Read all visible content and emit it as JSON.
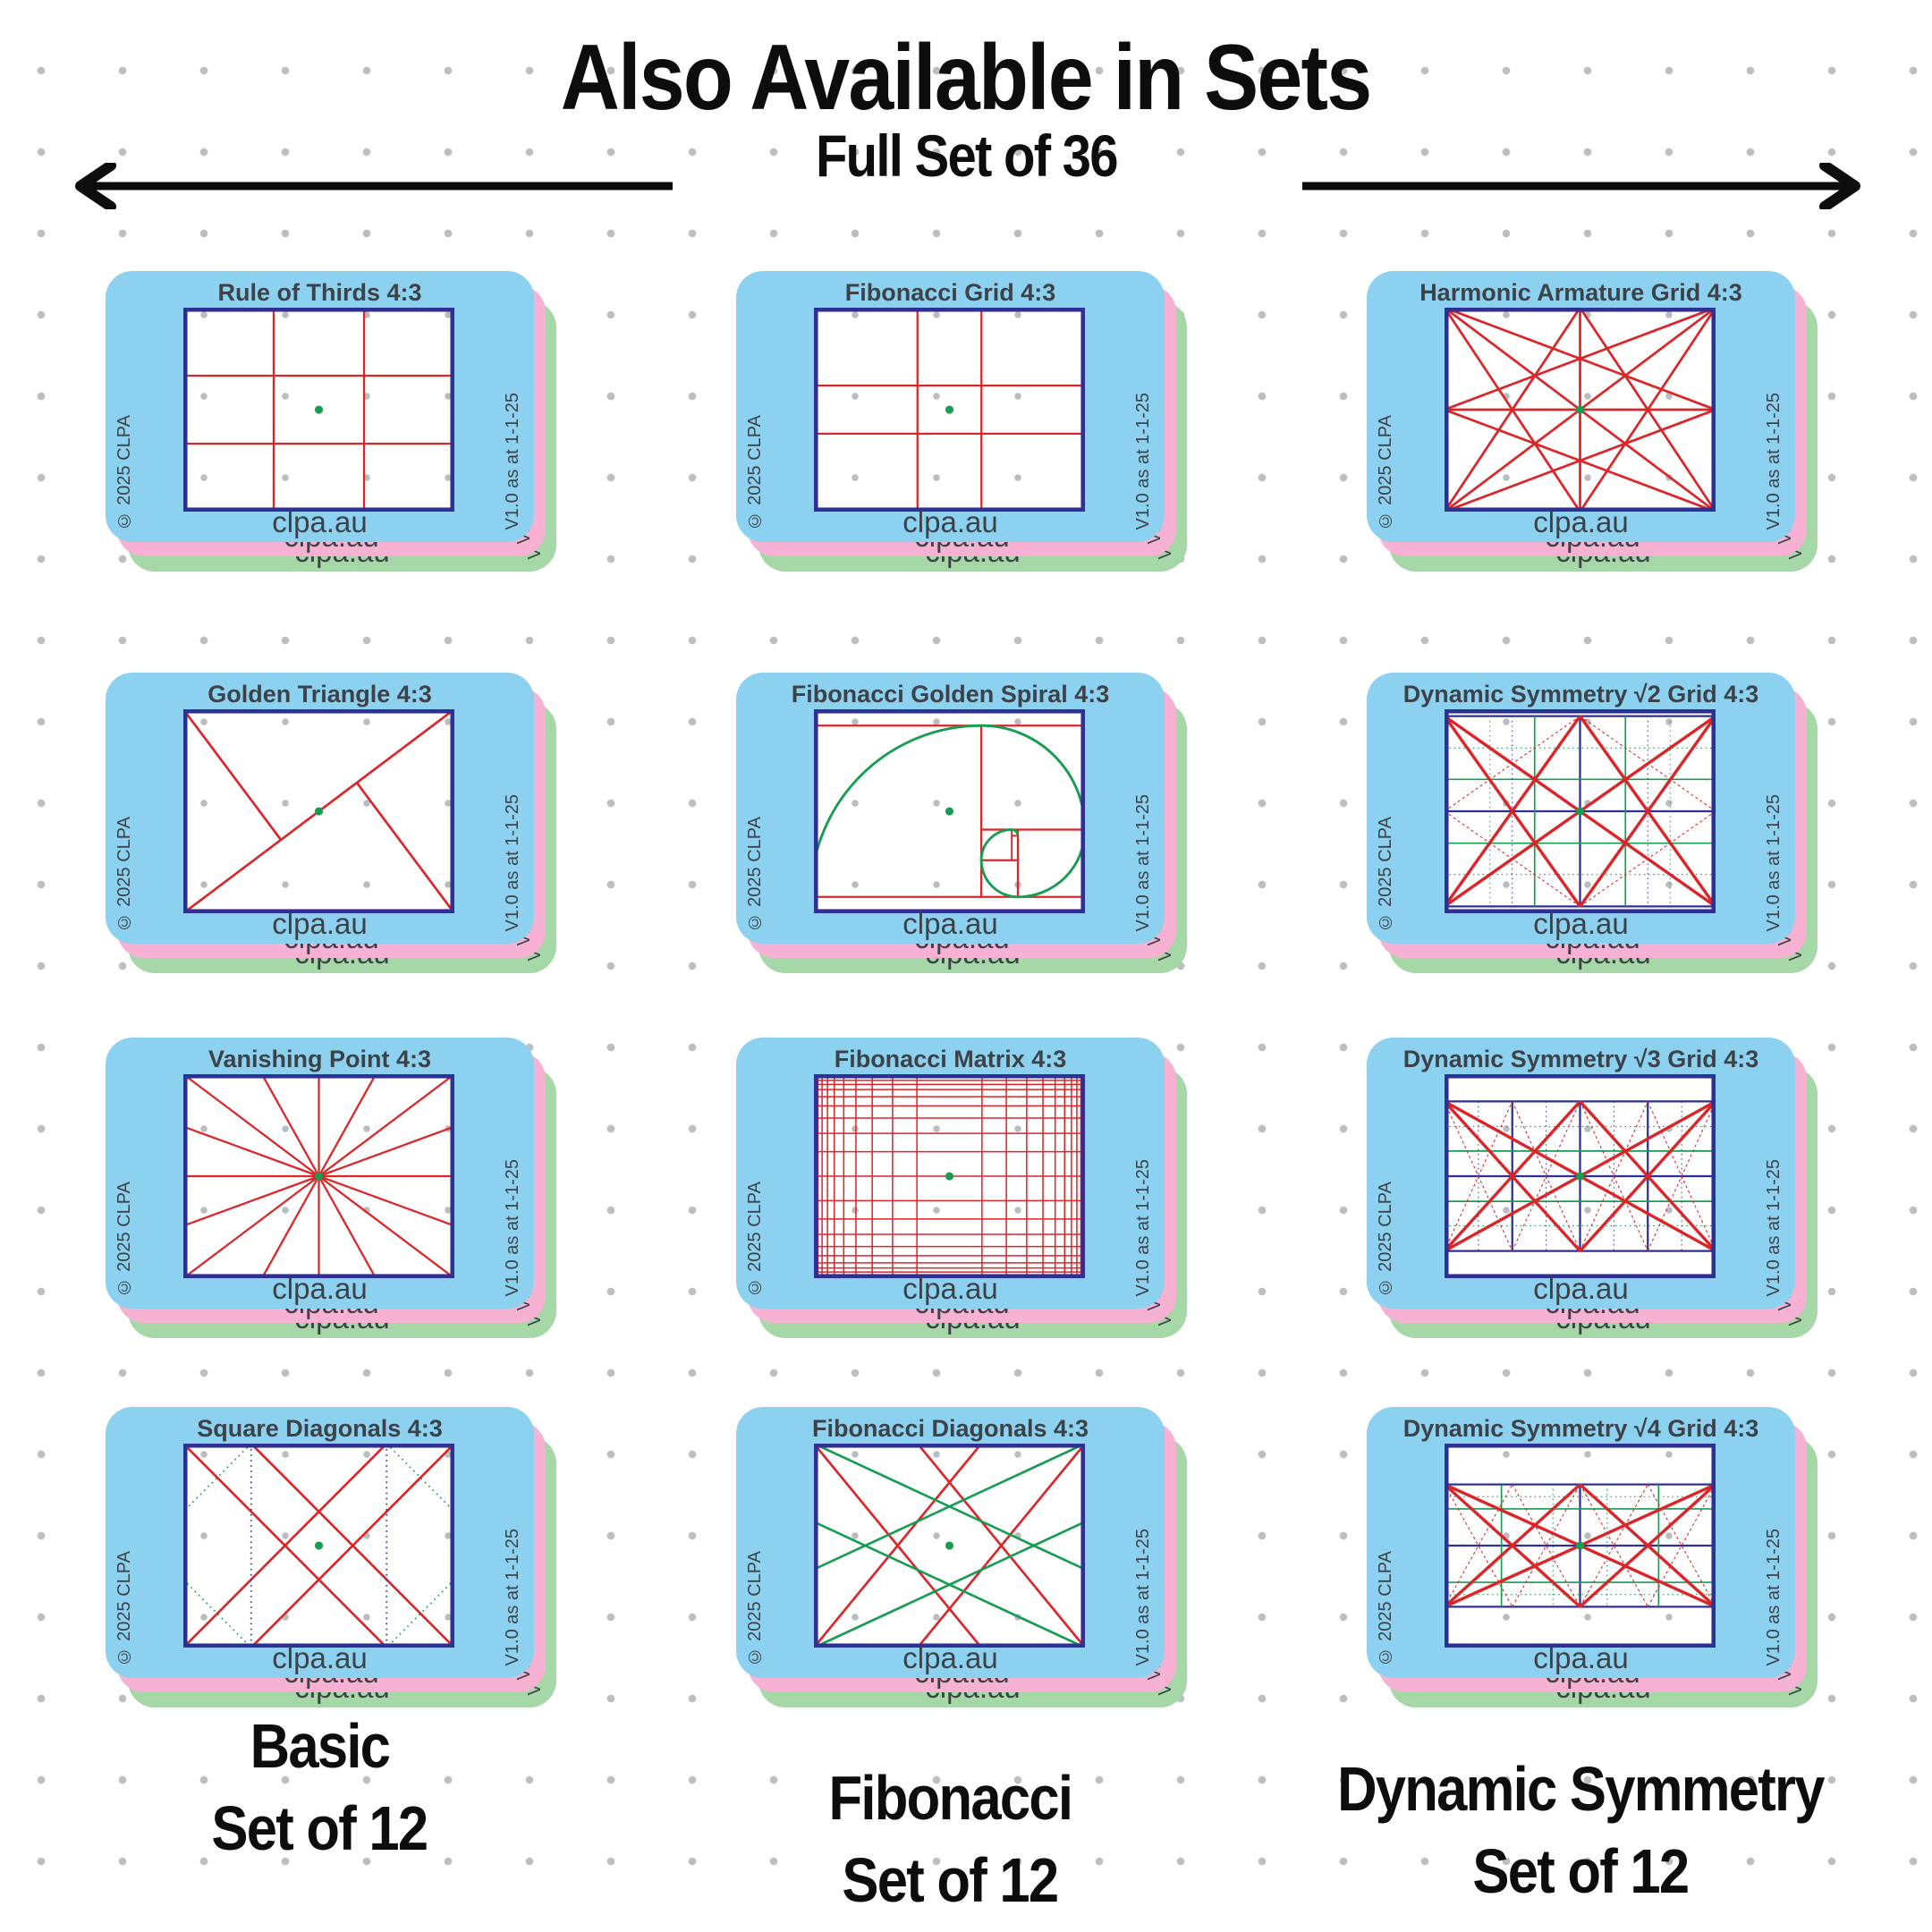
{
  "header": {
    "title": "Also Available in Sets",
    "subtitle": "Full Set of 36",
    "left_arrow_icon": "arrow-left-icon",
    "right_arrow_icon": "arrow-right-icon"
  },
  "card_common": {
    "copyright": "© 2025 CLPA",
    "version": "V1.0 as at 1-1-25",
    "url": "clpa.au"
  },
  "cards": [
    {
      "title": "Rule of Thirds 4:3",
      "pattern": "thirds"
    },
    {
      "title": "Fibonacci Grid 4:3",
      "pattern": "phi_grid"
    },
    {
      "title": "Harmonic Armature Grid 4:3",
      "pattern": "harmonic"
    },
    {
      "title": "Golden Triangle 4:3",
      "pattern": "golden_triangle"
    },
    {
      "title": "Fibonacci Golden Spiral 4:3",
      "pattern": "spiral"
    },
    {
      "title": "Dynamic Symmetry √2 Grid 4:3",
      "pattern": "ds2"
    },
    {
      "title": "Vanishing Point 4:3",
      "pattern": "vanishing"
    },
    {
      "title": "Fibonacci Matrix 4:3",
      "pattern": "fib_matrix"
    },
    {
      "title": "Dynamic Symmetry √3 Grid 4:3",
      "pattern": "ds3"
    },
    {
      "title": "Square Diagonals 4:3",
      "pattern": "square_diagonals"
    },
    {
      "title": "Fibonacci Diagonals 4:3",
      "pattern": "fib_diagonals"
    },
    {
      "title": "Dynamic Symmetry √4 Grid 4:3",
      "pattern": "ds4"
    }
  ],
  "columns": [
    {
      "line1": "Basic",
      "line2": "Set of 12"
    },
    {
      "line1": "Fibonacci",
      "line2": "Set of 12"
    },
    {
      "line1": "Dynamic Symmetry",
      "line2": "Set of 12"
    }
  ],
  "colors": {
    "card_blue": "#8DD1F1",
    "card_pink": "#F7B1D2",
    "card_green": "#A6D7A7",
    "frame_navy": "#2E3193",
    "line_red": "#DB2528",
    "line_green": "#179C52",
    "text_dark": "#3C4247",
    "heading_black": "#0d0d0d",
    "dot_gray": "#b9bcc0"
  }
}
